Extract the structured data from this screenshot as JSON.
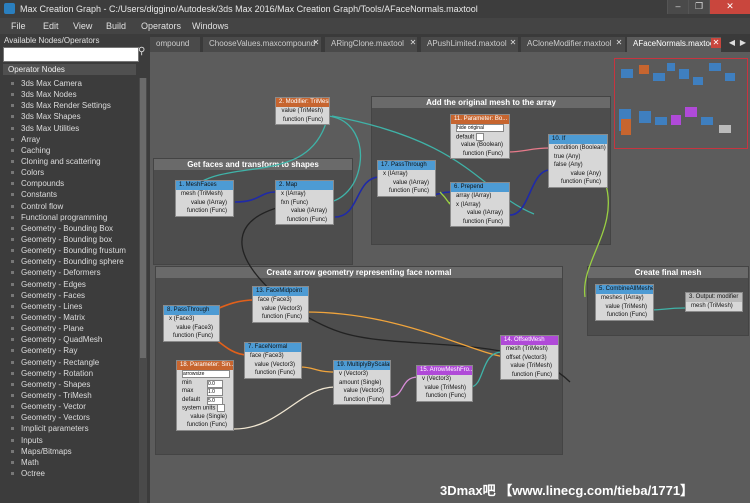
{
  "window": {
    "title": "Max Creation Graph - C:/Users/diggino/Autodesk/3ds Max 2016/Max Creation Graph/Tools/AFaceNormals.maxtool"
  },
  "menu": [
    "File",
    "Edit",
    "View",
    "Build",
    "Operators",
    "Windows"
  ],
  "left_panel": {
    "header": "Available Nodes/Operators",
    "search_value": "",
    "category": "Operator Nodes",
    "items": [
      "3ds Max Camera",
      "3ds Max Nodes",
      "3ds Max Render Settings",
      "3ds Max Shapes",
      "3ds Max Utilities",
      "Array",
      "Caching",
      "Cloning and scattering",
      "Colors",
      "Compounds",
      "Constants",
      "Control flow",
      "Functional programming",
      "Geometry - Bounding Box",
      "Geometry - Bounding box",
      "Geometry - Bounding frustum",
      "Geometry - Bounding sphere",
      "Geometry - Deformers",
      "Geometry - Edges",
      "Geometry - Faces",
      "Geometry - Lines",
      "Geometry - Matrix",
      "Geometry - Plane",
      "Geometry - QuadMesh",
      "Geometry - Ray",
      "Geometry - Rectangle",
      "Geometry - Rotation",
      "Geometry - Shapes",
      "Geometry - TriMesh",
      "Geometry - Vector",
      "Geometry - Vectors",
      "Implicit parameters",
      "Inputs",
      "Maps/Bitmaps",
      "Math",
      "Octree"
    ]
  },
  "tabs": [
    {
      "label": "ompound",
      "active": false
    },
    {
      "label": "ChooseValues.maxcompound",
      "active": false
    },
    {
      "label": "ARingClone.maxtool",
      "active": false
    },
    {
      "label": "APushLimited.maxtool",
      "active": false
    },
    {
      "label": "ACloneModifier.maxtool",
      "active": false
    },
    {
      "label": "AFaceNormals.maxtool",
      "active": true
    }
  ],
  "groups": {
    "faces": "Get faces and transform to shapes",
    "original": "Add the original mesh to the array",
    "arrow": "Create arrow geometry representing face normal",
    "final": "Create final mesh"
  },
  "nodes": {
    "modifier": {
      "title": "2. Modifier: TriMesh",
      "rows": [
        "value (TriMesh)",
        "function (Func)"
      ]
    },
    "meshfaces": {
      "title": "1. MeshFaces",
      "rows": [
        "mesh (TriMesh)",
        "value (IArray)",
        "function (Func)"
      ]
    },
    "map": {
      "title": "2. Map",
      "rows": [
        "x (IArray)",
        "fxn (Func)",
        "value (IArray)",
        "function (Func)"
      ]
    },
    "parameter_bool": {
      "title": "11. Parameter: Bo...",
      "field": "hide original",
      "rows": [
        "default",
        "value (Boolean)",
        "function (Func)"
      ]
    },
    "passthrough": {
      "title": "17. PassThrough",
      "rows": [
        "x (IArray)",
        "value (IArray)",
        "function (Func)"
      ]
    },
    "prepend": {
      "title": "6. Prepend",
      "rows": [
        "array (IArray)",
        "x (IArray)",
        "value (IArray)",
        "function (Func)"
      ]
    },
    "if": {
      "title": "10. If",
      "rows": [
        "condition (Boolean)",
        "true (Any)",
        "false (Any)",
        "value (Any)",
        "function (Func)"
      ]
    },
    "combine": {
      "title": "5. CombineAllMeshes",
      "rows": [
        "meshes (IArray)",
        "value (TriMesh)",
        "function (Func)"
      ]
    },
    "output": {
      "title": "3. Output: modifier",
      "rows": [
        "mesh (TriMesh)"
      ]
    },
    "passthrough2": {
      "title": "8. PassThrough",
      "rows": [
        "x (Face3)",
        "value (Face3)",
        "function (Func)"
      ]
    },
    "facepoint": {
      "title": "13. FaceMidpoint",
      "rows": [
        "face (Face3)",
        "value (Vector3)",
        "function (Func)"
      ]
    },
    "facenormal": {
      "title": "7. FaceNormal",
      "rows": [
        "face (Face3)",
        "value (Vector3)",
        "function (Func)"
      ]
    },
    "param_single": {
      "title": "18. Parameter: Sin...",
      "field": "arrowsize",
      "props": [
        {
          "k": "min",
          "v": "0.0"
        },
        {
          "k": "max",
          "v": "1.0"
        },
        {
          "k": "default",
          "v": "5.0"
        }
      ],
      "extra": "system units",
      "rows": [
        "value (Single)",
        "function (Func)"
      ]
    },
    "multiply": {
      "title": "19. MultiplyByScalar",
      "rows": [
        "v (Vector3)",
        "amount (Single)",
        "value (Vector3)",
        "function (Func)"
      ]
    },
    "arrow": {
      "title": "15. ArrowMeshFro...",
      "rows": [
        "v (Vector3)",
        "value (TriMesh)",
        "function (Func)"
      ]
    },
    "offset": {
      "title": "14. OffsetMesh",
      "rows": [
        "mesh (TriMesh)",
        "offset (Vector3)",
        "value (TriMesh)",
        "function (Func)"
      ]
    }
  },
  "watermark": "3Dmax吧 【www.linecg.com/tieba/1771】"
}
